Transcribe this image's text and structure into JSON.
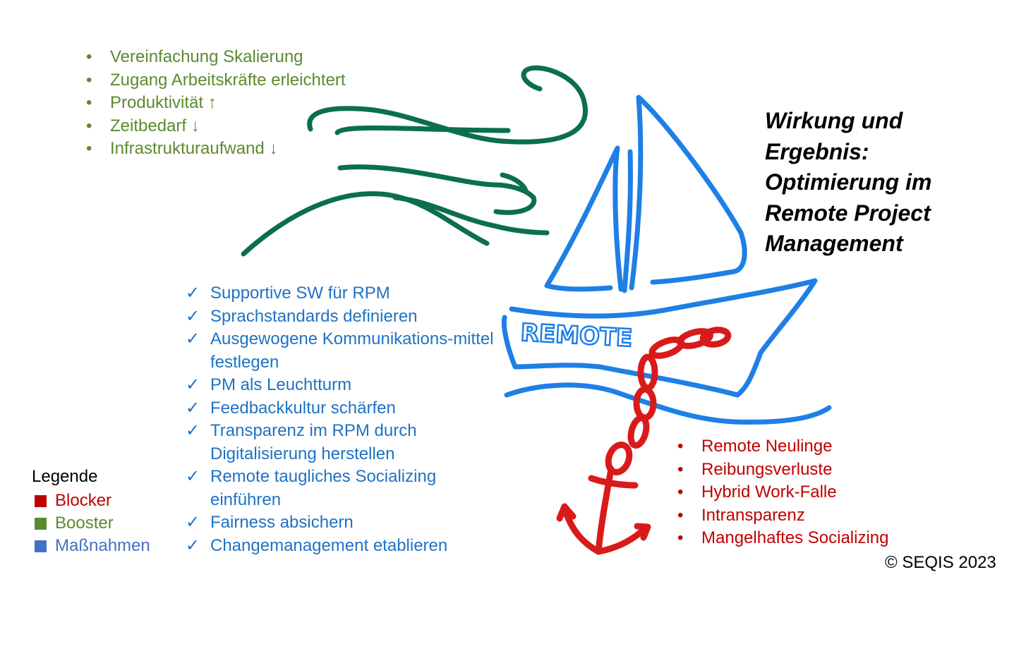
{
  "title_lines": [
    "Wirkung und",
    "Ergebnis:",
    "Optimierung im",
    "Remote Project",
    "Management"
  ],
  "boat_label": "REMOTE",
  "booster": {
    "bullet": "•",
    "color": "#5b8a2e",
    "items": [
      "Vereinfachung Skalierung",
      "Zugang Arbeitskräfte erleichtert",
      "Produktivität ↑",
      "Zeitbedarf ↓",
      "Infrastrukturaufwand ↓"
    ]
  },
  "measures": {
    "check": "✓",
    "color": "#1f72c4",
    "items": [
      "Supportive SW für RPM",
      "Sprachstandards definieren",
      "Ausgewogene Kommunikations-mittel festlegen",
      "PM als Leuchtturm",
      "Feedbackkultur schärfen",
      "Transparenz im RPM durch Digitalisierung herstellen",
      "Remote taugliches Socializing einführen",
      "Fairness absichern",
      "Changemanagement etablieren"
    ]
  },
  "blockers": {
    "bullet": "•",
    "color": "#c00000",
    "items": [
      "Remote Neulinge",
      "Reibungsverluste",
      "Hybrid Work-Falle",
      "Intransparenz",
      "Mangelhaftes Socializing"
    ]
  },
  "legend": {
    "title": "Legende",
    "items": [
      {
        "label": "Blocker",
        "color": "#c00000"
      },
      {
        "label": "Booster",
        "color": "#5b8a2e"
      },
      {
        "label": "Maßnahmen",
        "color": "#4472c4"
      }
    ]
  },
  "copyright": "© SEQIS 2023",
  "icons": [
    "wind-icon",
    "sailboat-icon",
    "chain-anchor-icon"
  ]
}
